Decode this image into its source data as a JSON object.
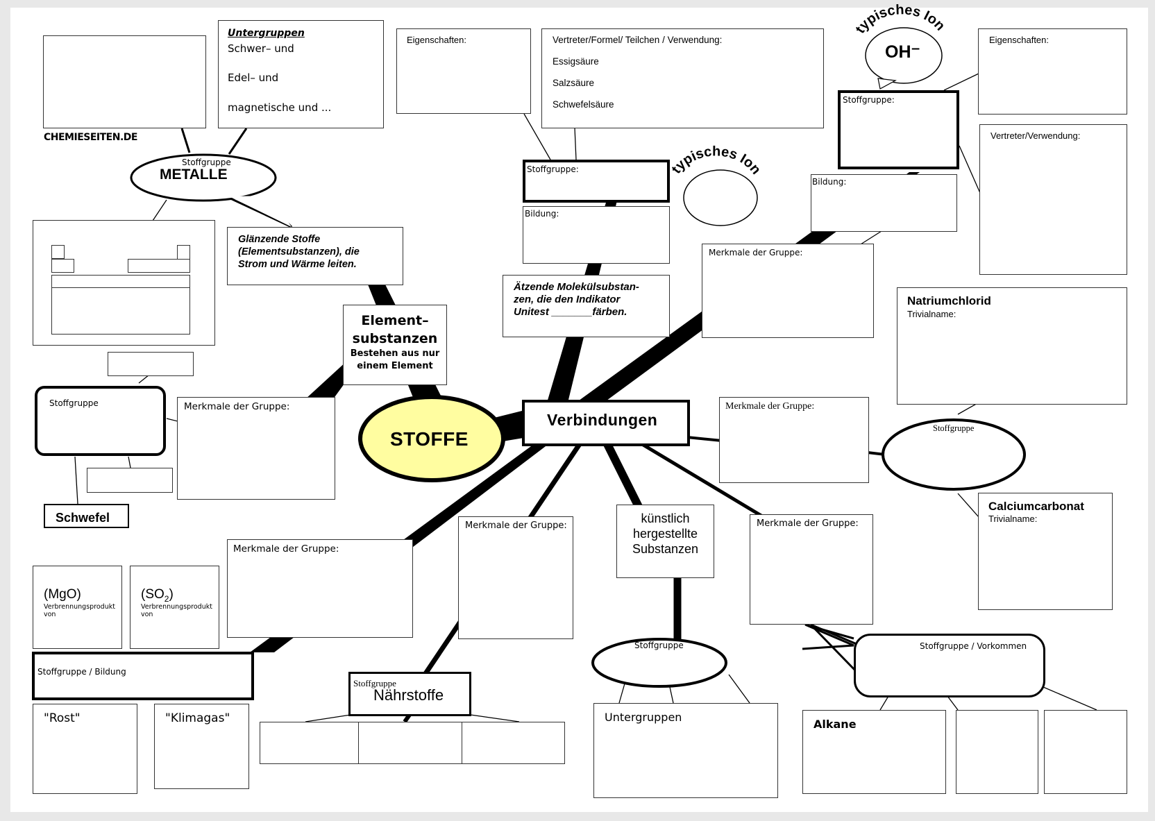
{
  "title": "STOFFE",
  "watermark": "CHEMIESEITEN.DE",
  "colors": {
    "center_fill": "#fffda0",
    "page_bg": "#e8e8e8",
    "line": "#000000"
  },
  "left": {
    "branch_label_main": "Element–",
    "branch_label_main2": "substanzen",
    "branch_sub1": "Bestehen aus nur",
    "branch_sub2": "einem Element",
    "metalle_bubble_small": "Stoffgruppe",
    "metalle_bubble_big": "METALLE",
    "untergruppen_title": "Untergruppen",
    "untergruppen_lines": [
      "Schwer– und",
      "Edel– und",
      "magnetische und ..."
    ],
    "metalle_def": [
      "Glänzende Stoffe",
      "(Elementsubstanzen), die",
      "Strom und Wärme leiten."
    ],
    "nichtmetall_stoffgruppe": "Stoffgruppe",
    "merkmale": "Merkmale der Gruppe:",
    "schwefel": "Schwefel"
  },
  "verbindungen": {
    "label": "Verbindungen",
    "acids": {
      "eigenschaften": "Eigenschaften:",
      "vertreter_title": "Vertreter/Formel/ Teilchen / Verwendung:",
      "vertreter_items": [
        "Essigsäure",
        "Salzsäure",
        "Schwefelsäure"
      ],
      "stoffgruppe": "Stoffgruppe:",
      "bildung": "Bildung:",
      "ion_label": "typisches Ion",
      "definition": [
        "Ätzende Molekülsubstan-",
        "zen, die den Indikator",
        "Unitest _______färben."
      ]
    },
    "bases": {
      "ion_label": "typisches Ion",
      "ion_value": "OH⁻",
      "stoffgruppe": "Stoffgruppe:",
      "eigenschaften": "Eigenschaften:",
      "vertreter": "Vertreter/Verwendung:",
      "bildung": "Bildung:",
      "merkmale": "Merkmale der Gruppe:"
    },
    "salts": {
      "merkmale": "Merkmale der Gruppe:",
      "stoffgruppe": "Stoffgruppe",
      "natriumchlorid": "Natriumchlorid",
      "calciumcarbonat": "Calciumcarbonat",
      "trivialname": "Trivialname:"
    },
    "oxides": {
      "merkmale": "Merkmale der Gruppe:",
      "mgo": "(MgO)",
      "so2_main": "(SO",
      "so2_sub": "2",
      "so2_close": ")",
      "verbrennung": "Verbrennungsprodukt",
      "von": "von",
      "stoffgruppe_bildung": "Stoffgruppe / Bildung",
      "rost": "\"Rost\"",
      "klimagas": "\"Klimagas\""
    },
    "naehrstoffe": {
      "merkmale": "Merkmale der Gruppe:",
      "stoffgruppe": "Stoffgruppe",
      "name": "Nährstoffe"
    },
    "kunststoffe": {
      "label": [
        "künstlich",
        "hergestellte",
        "Substanzen"
      ],
      "stoffgruppe": "Stoffgruppe",
      "untergruppen": "Untergruppen"
    },
    "organic": {
      "merkmale": "Merkmale der Gruppe:",
      "stoffgruppe_vorkommen": "Stoffgruppe / Vorkommen",
      "alkane": "Alkane"
    }
  }
}
